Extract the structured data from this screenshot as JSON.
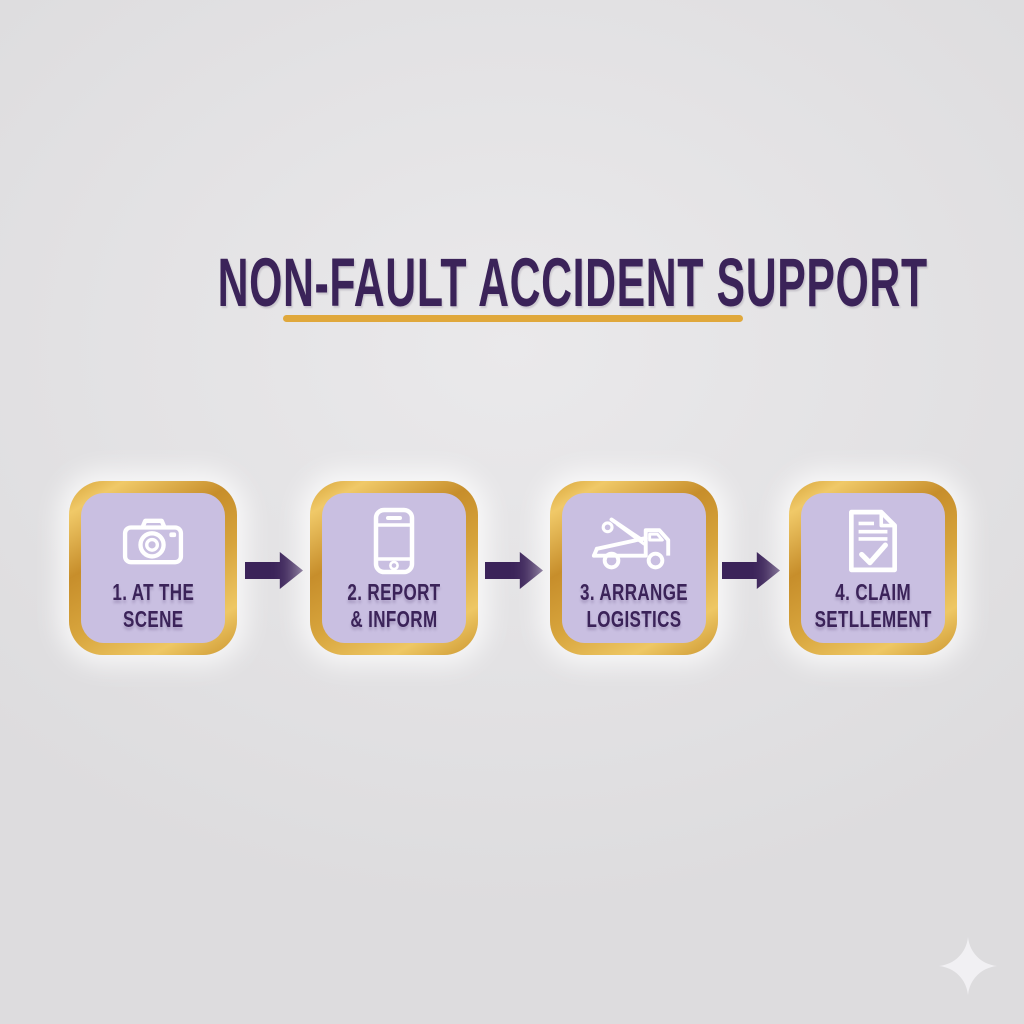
{
  "header": {
    "title": "NON-FAULT ACCIDENT SUPPORT"
  },
  "steps": [
    {
      "line1": "1. AT THE",
      "line2": "SCENE",
      "icon": "camera-icon"
    },
    {
      "line1": "2. REPORT",
      "line2": "& INFORM",
      "icon": "smartphone-icon"
    },
    {
      "line1": "3. ARRANGE",
      "line2": "LOGISTICS",
      "icon": "tow-truck-icon"
    },
    {
      "line1": "4. CLAIM",
      "line2": "SETLLEMENT",
      "icon": "document-check-icon"
    }
  ],
  "colors": {
    "background": "#E3E2E4",
    "title_text": "#3B2359",
    "underline_gold": "#E0A83C",
    "gold_border": "#D49E35",
    "box_fill": "#C9BFE1",
    "arrow": "#3B2359",
    "icon_stroke": "#FFFFFF",
    "sparkle": "#F1F0F3"
  }
}
